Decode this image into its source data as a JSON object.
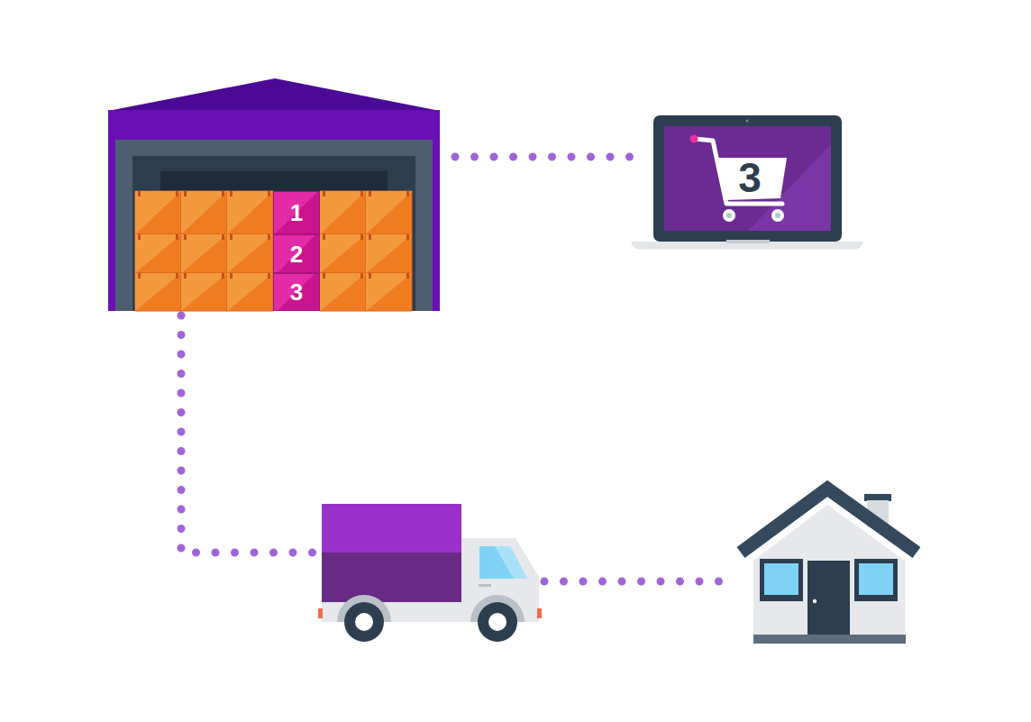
{
  "diagram": {
    "nodes": [
      {
        "text": [
          "1"
        ]
      },
      {
        "text": [
          "2"
        ]
      },
      {
        "text": [
          "3"
        ]
      },
      {
        "text": [
          "3"
        ]
      }
    ]
  }
}
